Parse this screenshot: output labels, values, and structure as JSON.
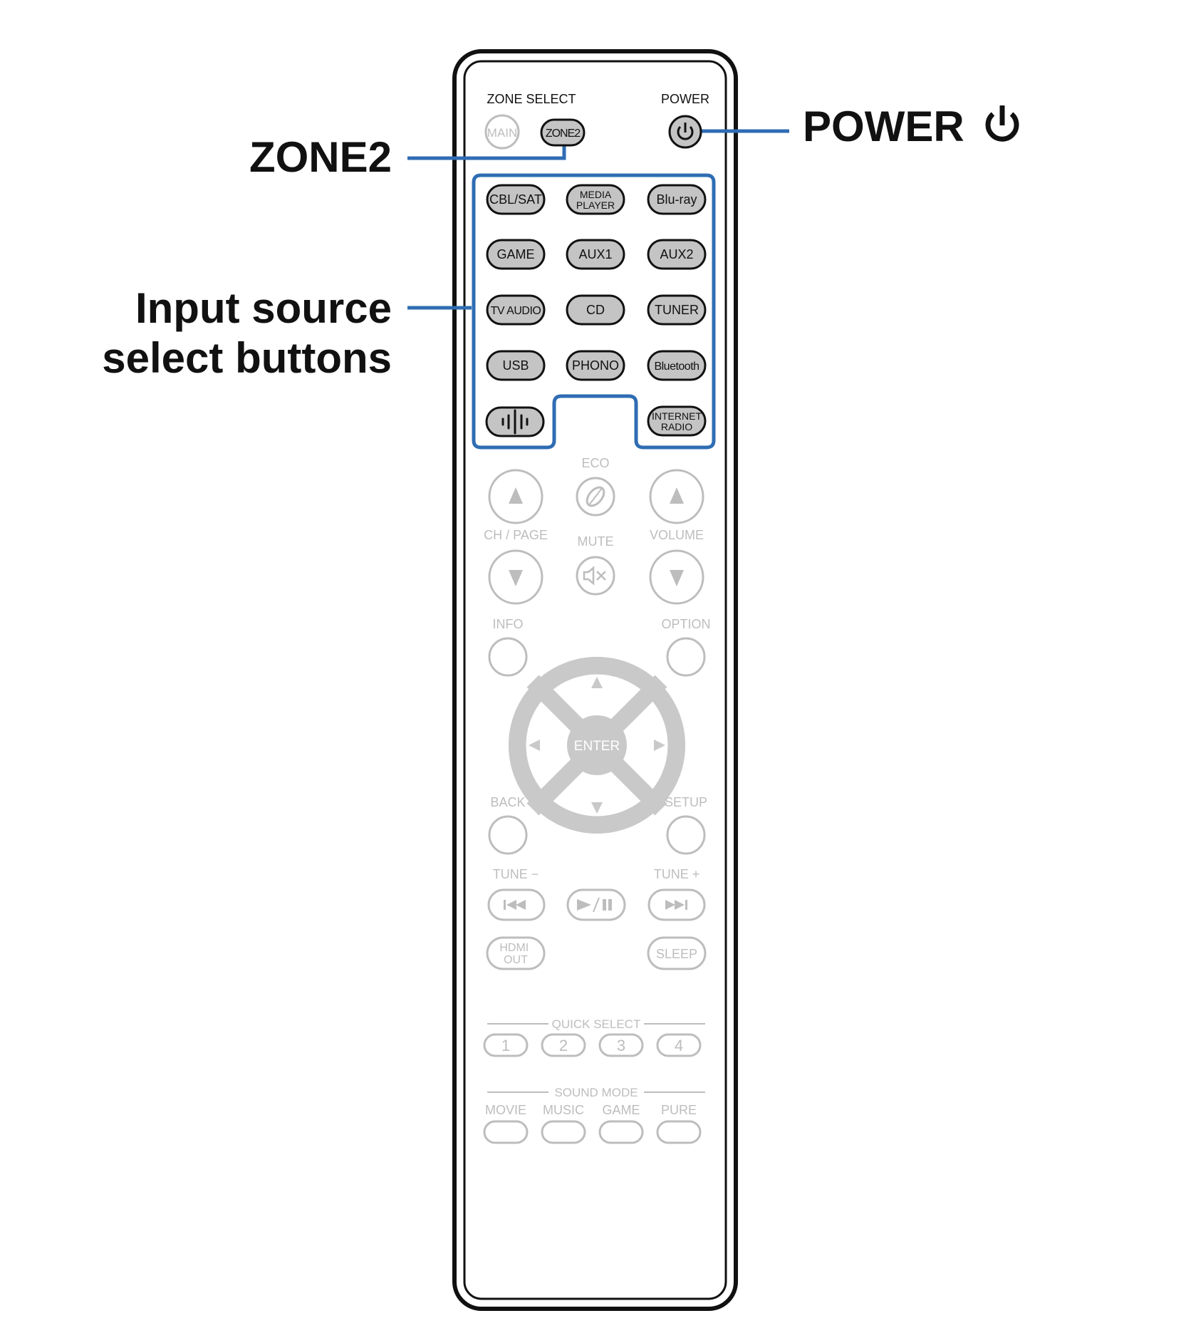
{
  "callouts": {
    "zone2": "ZONE2",
    "power": "POWER",
    "input_source_line1": "Input source",
    "input_source_line2": "select buttons"
  },
  "remote": {
    "zone_select_label": "ZONE SELECT",
    "power_label": "POWER",
    "main_button": "MAIN",
    "zone2_button": "ZONE2",
    "input_buttons": [
      "CBL/SAT",
      "MEDIA PLAYER",
      "Blu-ray",
      "GAME",
      "AUX1",
      "AUX2",
      "TV AUDIO",
      "CD",
      "TUNER",
      "USB",
      "PHONO",
      "Bluetooth",
      "INTERNET RADIO"
    ],
    "heos_icon": "heos-icon",
    "eco_label": "ECO",
    "ch_page_label": "CH / PAGE",
    "mute_label": "MUTE",
    "volume_label": "VOLUME",
    "info_label": "INFO",
    "option_label": "OPTION",
    "enter_label": "ENTER",
    "back_label": "BACK",
    "setup_label": "SETUP",
    "tune_minus_label": "TUNE −",
    "tune_plus_label": "TUNE +",
    "hdmi_out_label": "HDMI OUT",
    "sleep_label": "SLEEP",
    "quick_select_label": "QUICK SELECT",
    "quick_select_buttons": [
      "1",
      "2",
      "3",
      "4"
    ],
    "sound_mode_label": "SOUND MODE",
    "sound_mode_buttons": [
      "MOVIE",
      "MUSIC",
      "GAME",
      "PURE"
    ]
  },
  "colors": {
    "highlight": "#2f6db3",
    "active_button": "#c4c4c4",
    "inactive": "#bdbdbd",
    "outline": "#111111"
  }
}
